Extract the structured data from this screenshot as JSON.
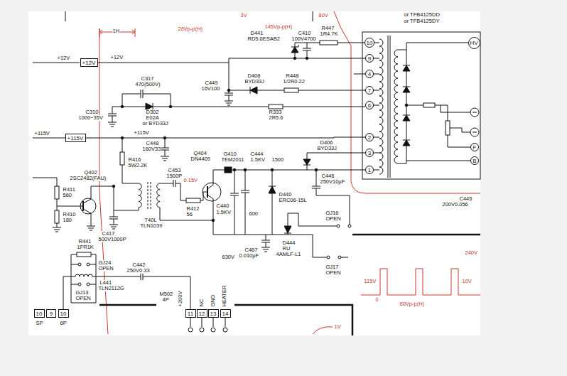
{
  "diagram": {
    "nodes": [
      {
        "text": [
          "+12V"
        ]
      },
      {
        "text": [
          "+115V"
        ]
      },
      {
        "text": [
          "10"
        ]
      },
      {
        "text": [
          "9"
        ]
      },
      {
        "text": [
          "4"
        ]
      },
      {
        "text": [
          "7"
        ]
      },
      {
        "text": [
          "6"
        ]
      },
      {
        "text": [
          "2"
        ]
      },
      {
        "text": [
          "3"
        ]
      },
      {
        "text": [
          "1"
        ]
      },
      {
        "text": [
          "HV"
        ]
      },
      {
        "text": [
          "F"
        ]
      },
      {
        "text": [
          "B"
        ]
      },
      {
        "text": [
          "11"
        ]
      },
      {
        "text": [
          "12"
        ]
      },
      {
        "text": [
          "13"
        ]
      },
      {
        "text": [
          "14"
        ]
      },
      {
        "text": [
          "10"
        ]
      },
      {
        "text": [
          "9"
        ]
      },
      {
        "text": [
          "10"
        ]
      }
    ],
    "edges": [
      {
        "from": 0,
        "to": 3,
        "arrow": "none"
      },
      {
        "from": 1,
        "to": 7,
        "arrow": "none"
      }
    ],
    "labels": [
      "1H",
      "28Vp-p(H)",
      "3V",
      "145Vp-p(H)",
      "80V",
      "or TFB4125DD",
      "or TFB4125DY",
      "D441",
      "RD5.6ESAB2",
      "C410",
      "100V4700",
      "R447",
      "1R4.7K",
      "+12V",
      "+12V",
      "C317",
      "470(500V)",
      "C449",
      "16V100",
      "D408",
      "BYD33J",
      "R448",
      "1/2R0.22",
      "C310",
      "1000~35V",
      "D302",
      "E02A",
      "or BYD33J",
      "R333",
      "2R5.6",
      "+115V",
      "+115V",
      "C448",
      "160V33",
      "D406",
      "BYD33J",
      "R416",
      "5W2.2K",
      "Q404",
      "DN4409",
      "G410",
      "TEM2011",
      "C444",
      "1.5KV",
      "1500",
      "C453",
      "1500P",
      "Q402",
      "2SC2482(FAU)",
      "0.15V",
      "R411",
      "560",
      "R410",
      "180",
      "T40L",
      "TLN1039",
      "R412",
      "56",
      "C440",
      "1.5KV",
      "600",
      "D440",
      "ERC06-15L",
      "C446",
      "250V10μF",
      "C445",
      "200V0.056",
      "C417",
      "500V1000P",
      "GJ16",
      "OPEN",
      "630V",
      "C467",
      "0.010μF",
      "D444",
      "RU",
      "4AMLF-L1",
      "R441",
      "1FR1K",
      "GJ24",
      "OPEN",
      "C442",
      "250V0.33",
      "GJ17",
      "OPEN",
      "L441",
      "TLN2112G",
      "GJ13",
      "OPEN",
      "+200V",
      "M502",
      "4P",
      "NC",
      "GND",
      "HEATER",
      "SP",
      "6P",
      "240V",
      "10V",
      "115V",
      "0",
      "80Vp-p(H)",
      "1V"
    ]
  }
}
